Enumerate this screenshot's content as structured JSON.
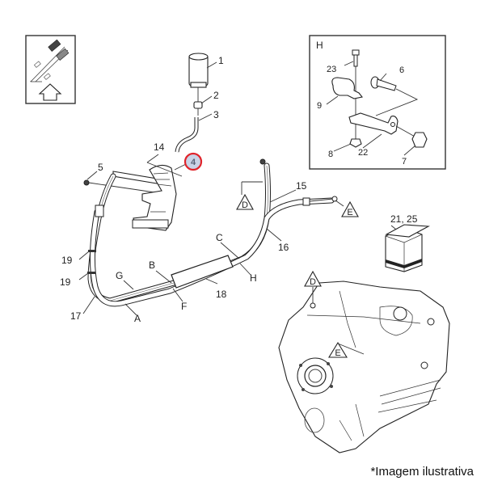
{
  "diagram": {
    "title": "Gear shift cable / shifter assembly exploded view",
    "callouts": {
      "p1": "1",
      "p2": "2",
      "p3": "3",
      "p4": "4",
      "p5": "5",
      "p14": "14",
      "p15": "15",
      "p16": "16",
      "p17": "17",
      "p18": "18",
      "p19a": "19",
      "p19b": "19",
      "p21_25": "21, 25"
    },
    "letters": {
      "A": "A",
      "B": "B",
      "C": "C",
      "F": "F",
      "G": "G",
      "H": "H"
    },
    "reference_triangles": {
      "D_cable": "D",
      "E_cable": "E",
      "D_trans": "D",
      "E_trans": "E"
    },
    "detail_box_H": {
      "title": "H",
      "callouts": {
        "p6": "6",
        "p7": "7",
        "p8": "8",
        "p9": "9",
        "p22": "22",
        "p23": "23"
      }
    },
    "highlight": {
      "part": "4",
      "ring_color": "#e0242b",
      "fill_color": "#c9d3e6"
    },
    "orientation_icon": "front-direction-arrow-icon"
  },
  "caption": "*Imagem ilustrativa"
}
